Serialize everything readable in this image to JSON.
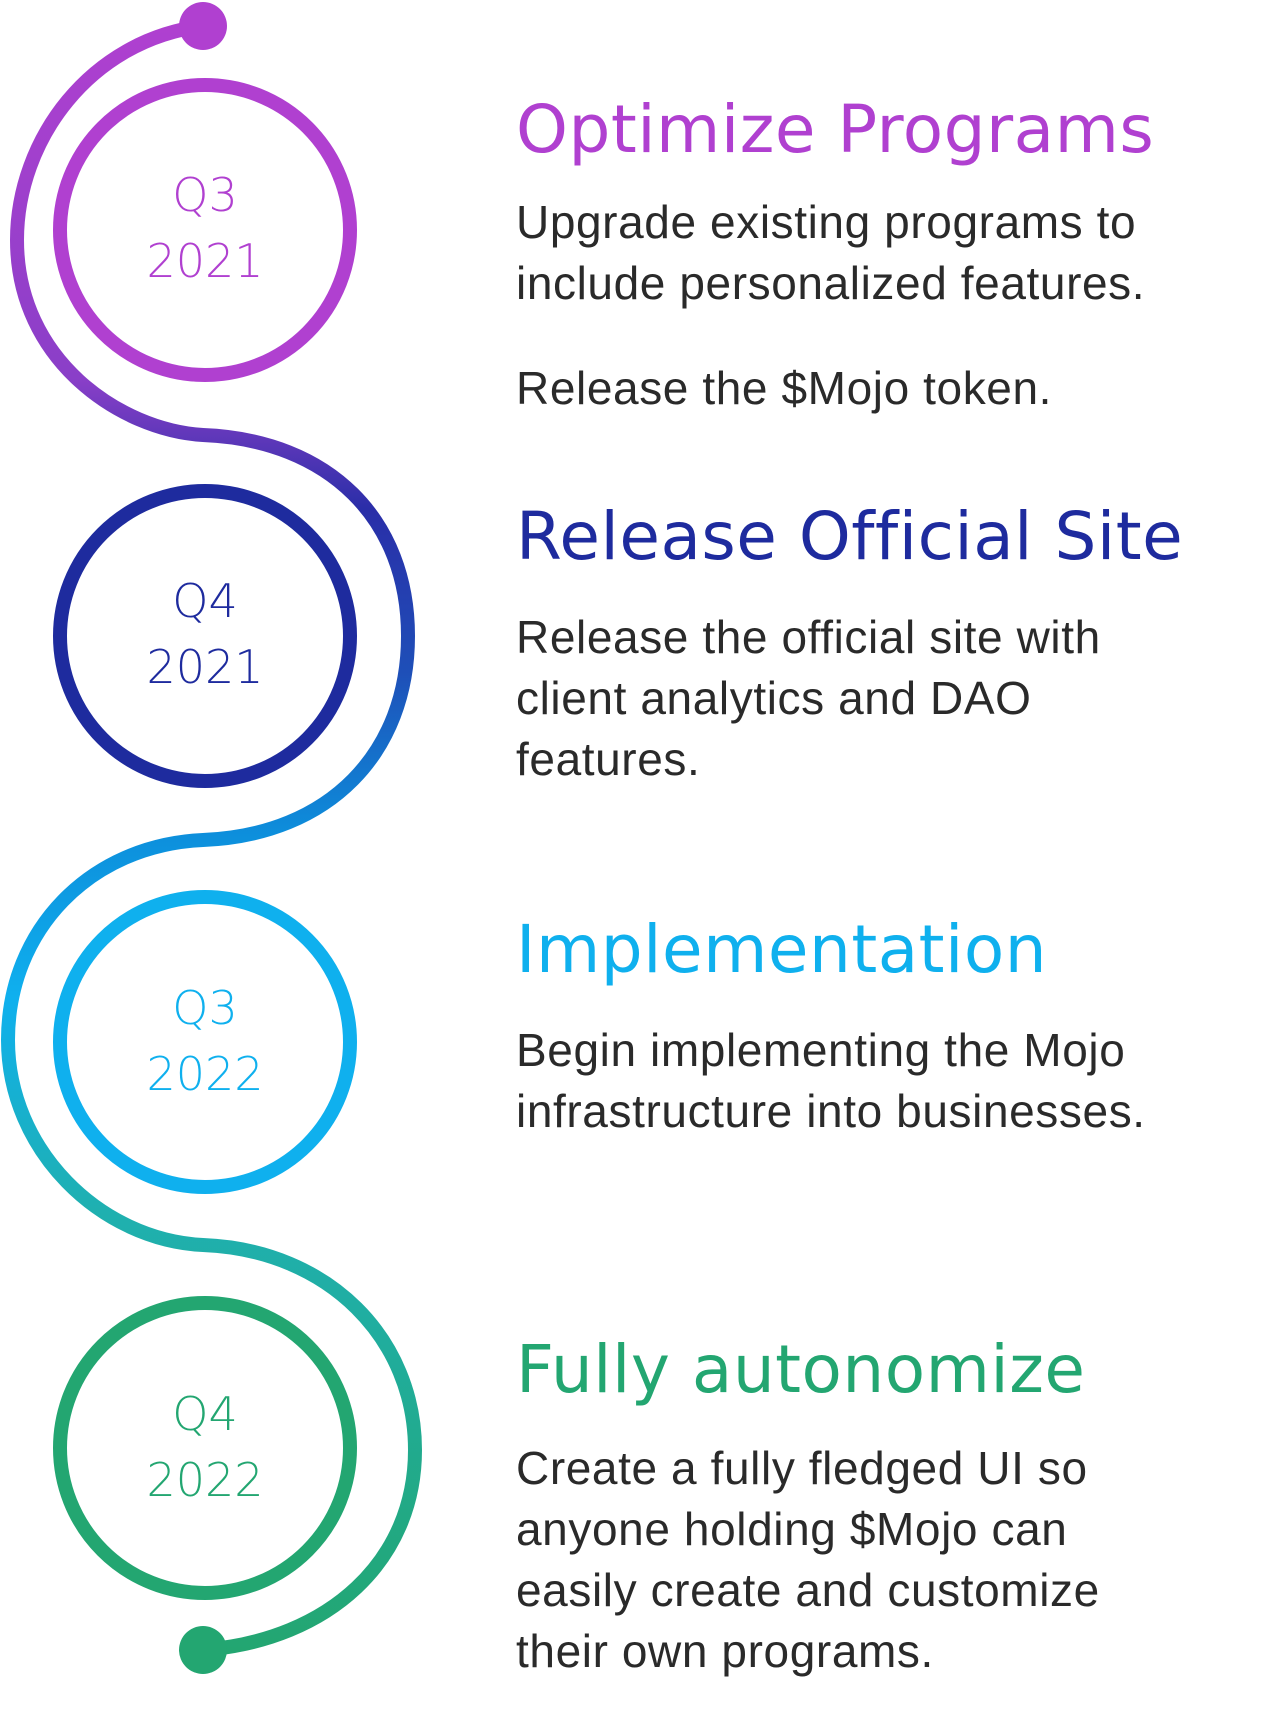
{
  "colors": {
    "purple": "#b040d0",
    "navy": "#1e2b9e",
    "sky": "#0fb0ee",
    "green": "#23a671",
    "text": "#2a2a2a"
  },
  "milestones": [
    {
      "quarter": "Q3",
      "year": "2021",
      "title": "Optimize Programs",
      "descriptions": [
        "Upgrade existing programs to include personalized features.",
        "Release the $Mojo token."
      ]
    },
    {
      "quarter": "Q4",
      "year": "2021",
      "title": "Release Official Site",
      "descriptions": [
        "Release the official site with client analytics and DAO features."
      ]
    },
    {
      "quarter": "Q3",
      "year": "2022",
      "title": "Implementation",
      "descriptions": [
        "Begin implementing the Mojo infrastructure into businesses."
      ]
    },
    {
      "quarter": "Q4",
      "year": "2022",
      "title": "Fully autonomize",
      "descriptions": [
        "Create a fully fledged UI so anyone holding $Mojo can easily create and customize their own programs."
      ]
    }
  ]
}
